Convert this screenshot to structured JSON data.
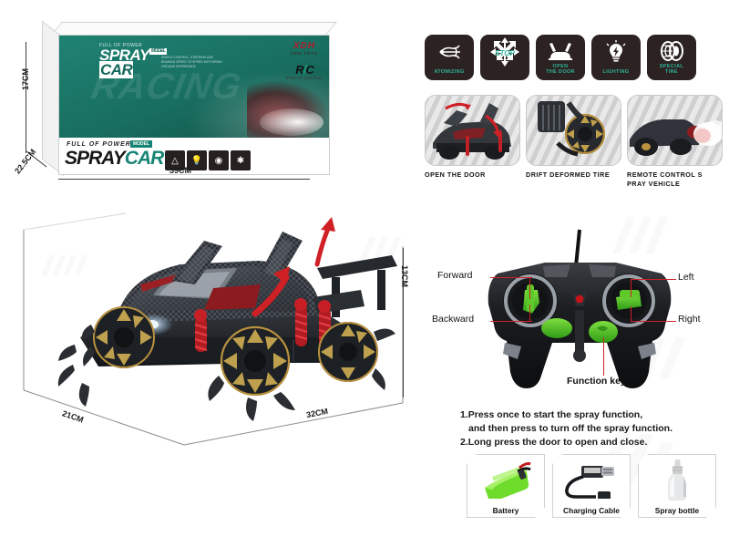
{
  "package": {
    "ages_badge": {
      "value": "8+",
      "label": "AGES"
    },
    "top_title_small": "FULL OF POWER",
    "top_title_main": "SPRAY",
    "top_title_main2": "CAR",
    "model_tag": "MODEL",
    "top_description": "SIMPLE CONTROL, STEERING AND BRAKING SPEED TO SPEED WITH BRING GROUND EXPERIENCE",
    "ghost_word": "RACING",
    "brand": {
      "name": "XDH",
      "subtitle": "XDH TOYS",
      "rc": "R/C",
      "rc_subtitle": "REMOTE CONTROL"
    },
    "bottom_tagline": "FULL OF POWER",
    "bottom_title": "SPRAY",
    "bottom_title_accent": "CAR",
    "bottom_model_tag": "MODEL",
    "mini_icons": [
      "door-icon",
      "lighting-icon",
      "tire-icon",
      "atomizing-icon"
    ],
    "dimensions": {
      "height": "17CM",
      "depth": "22.5CM",
      "width": "39CM"
    }
  },
  "features": [
    {
      "id": "atomizing",
      "label": "ATOMIZING",
      "icon": "atomizing-icon",
      "overlay": ""
    },
    {
      "id": "stop",
      "label": "",
      "icon": "multi-direction-arrows-icon",
      "overlay": "STOP"
    },
    {
      "id": "open-the-door",
      "label": "OPEN\nTHE DOOR",
      "icon": "car-doors-open-icon",
      "overlay": ""
    },
    {
      "id": "lighting",
      "label": "LIGHTING",
      "icon": "lightbulb-icon",
      "overlay": ""
    },
    {
      "id": "special-tire",
      "label": "SPECIAL\nTIRE",
      "icon": "tire-icon",
      "overlay": ""
    }
  ],
  "thumbnails": [
    {
      "id": "open-the-door",
      "caption": "OPEN THE DOOR"
    },
    {
      "id": "drift-deformed-tire",
      "caption": "DRIFT DEFORMED TIRE"
    },
    {
      "id": "remote-control-spray-vehicle",
      "caption": "REMOTE CONTROL S PRAY VEHICLE"
    }
  ],
  "car": {
    "dimensions": {
      "depth": "21CM",
      "length": "32CM",
      "height": "13CM"
    }
  },
  "remote": {
    "labels": {
      "forward": "Forward",
      "backward": "Backward",
      "left": "Left",
      "right": "Right",
      "function_key": "Function key"
    }
  },
  "instructions": [
    "1.Press once to start the spray function,",
    "and then press to turn off the spray function.",
    "2.Long press the door to open and close."
  ],
  "accessories": [
    {
      "id": "battery",
      "caption": "Battery",
      "icon": "battery-pack-icon"
    },
    {
      "id": "charging-cable",
      "caption": "Charging Cable",
      "icon": "usb-cable-icon"
    },
    {
      "id": "spray-bottle",
      "caption": "Spray bottle",
      "icon": "bottle-icon"
    }
  ],
  "colors": {
    "teal": "#1b7a6b",
    "accent_green": "#2fb59a",
    "arrow_red": "#cf2026",
    "dark": "#2b2221"
  }
}
